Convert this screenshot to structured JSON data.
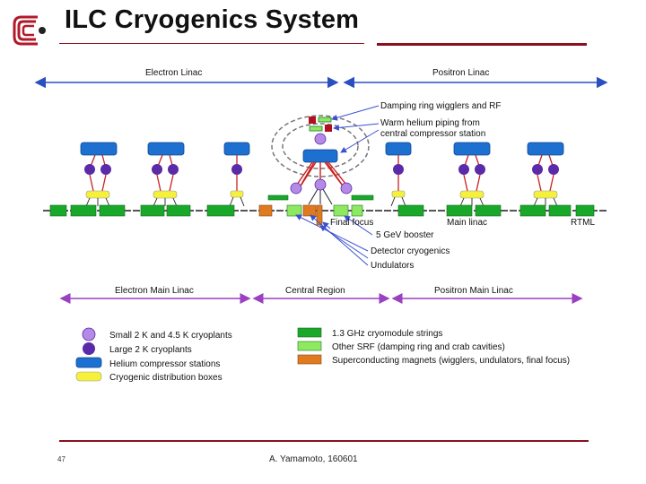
{
  "title": "ILC  Cryogenics System",
  "footer": {
    "page": "47",
    "author": "A. Yamamoto, 160601"
  },
  "linacs": {
    "electron": "Electron Linac",
    "positron": "Positron Linac"
  },
  "callouts": {
    "damping": "Damping ring wigglers and RF",
    "warm_helium_1": "Warm helium piping from",
    "warm_helium_2": "central compressor station",
    "final_focus": "Final focus",
    "main_linac": "Main linac",
    "rtml": "RTML",
    "booster": "5 GeV booster",
    "detector": "Detector cryogenics",
    "undulators": "Undulators"
  },
  "regions": {
    "electron_main": "Electron Main Linac",
    "central": "Central Region",
    "positron_main": "Positron Main Linac"
  },
  "legend_left": [
    {
      "label": "Small 2 K and 4.5 K cryoplants",
      "color": "#b48ae6"
    },
    {
      "label": "Large 2 K cryoplants",
      "color": "#5a2aa8"
    },
    {
      "label": "Helium compressor stations",
      "color": "#1d6fd0"
    },
    {
      "label": "Cryogenic distribution boxes",
      "color": "#f5f03a"
    }
  ],
  "legend_right": [
    {
      "label": "1.3 GHz cryomodule strings",
      "color": "#1aa82a"
    },
    {
      "label": "Other SRF (damping ring and crab cavities)",
      "color": "#8ee860"
    },
    {
      "label": "Superconducting magnets (wigglers, undulators, final focus)",
      "color": "#e07a20"
    }
  ],
  "colors": {
    "accent": "#8a1020",
    "linac_arrow": "#2a4fc0",
    "region_arrow": "#9a40c0",
    "pipe": "#cc1f1f",
    "callout_line": "#3a50d0"
  }
}
